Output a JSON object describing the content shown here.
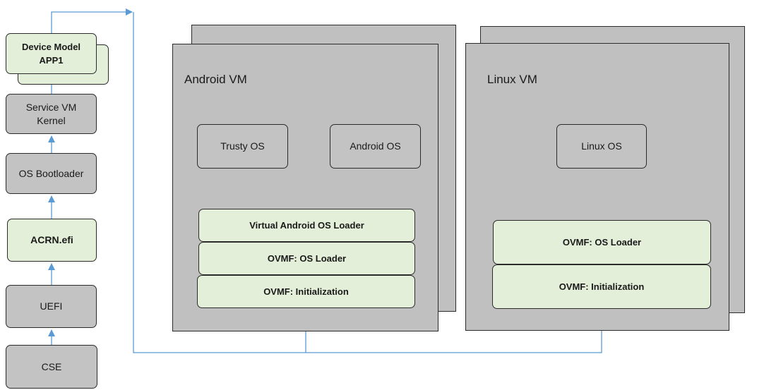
{
  "boot_chain": {
    "device_model": "Device Model\nAPP1",
    "service_vm_kernel": "Service VM\nKernel",
    "os_bootloader": "OS Bootloader",
    "acrn_efi": "ACRN.efi",
    "uefi": "UEFI",
    "cse": "CSE"
  },
  "android_vm": {
    "title": "Android VM",
    "trusty_os": "Trusty OS",
    "android_os": "Android OS",
    "virtual_android_os_loader": "Virtual Android OS Loader",
    "ovmf_os_loader": "OVMF: OS Loader",
    "ovmf_initialization": "OVMF: Initialization"
  },
  "linux_vm": {
    "title": "Linux VM",
    "linux_os": "Linux OS",
    "ovmf_os_loader": "OVMF: OS Loader",
    "ovmf_initialization": "OVMF: Initialization"
  },
  "colors": {
    "gray_box": "#c3c3c3",
    "green_box": "#e3efd8",
    "arrow": "#5b9bd5"
  }
}
